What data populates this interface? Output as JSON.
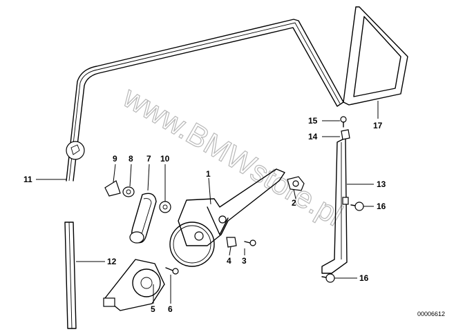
{
  "watermark": "www.BMWstore.pl",
  "reference_code": "00006612",
  "callouts": {
    "p1": "1",
    "p2": "2",
    "p3": "3",
    "p4": "4",
    "p5": "5",
    "p6": "6",
    "p7": "7",
    "p8": "8",
    "p9": "9",
    "p10": "10",
    "p11": "11",
    "p12": "12",
    "p13": "13",
    "p14": "14",
    "p15": "15",
    "p16a": "16",
    "p16b": "16",
    "p17": "17"
  }
}
